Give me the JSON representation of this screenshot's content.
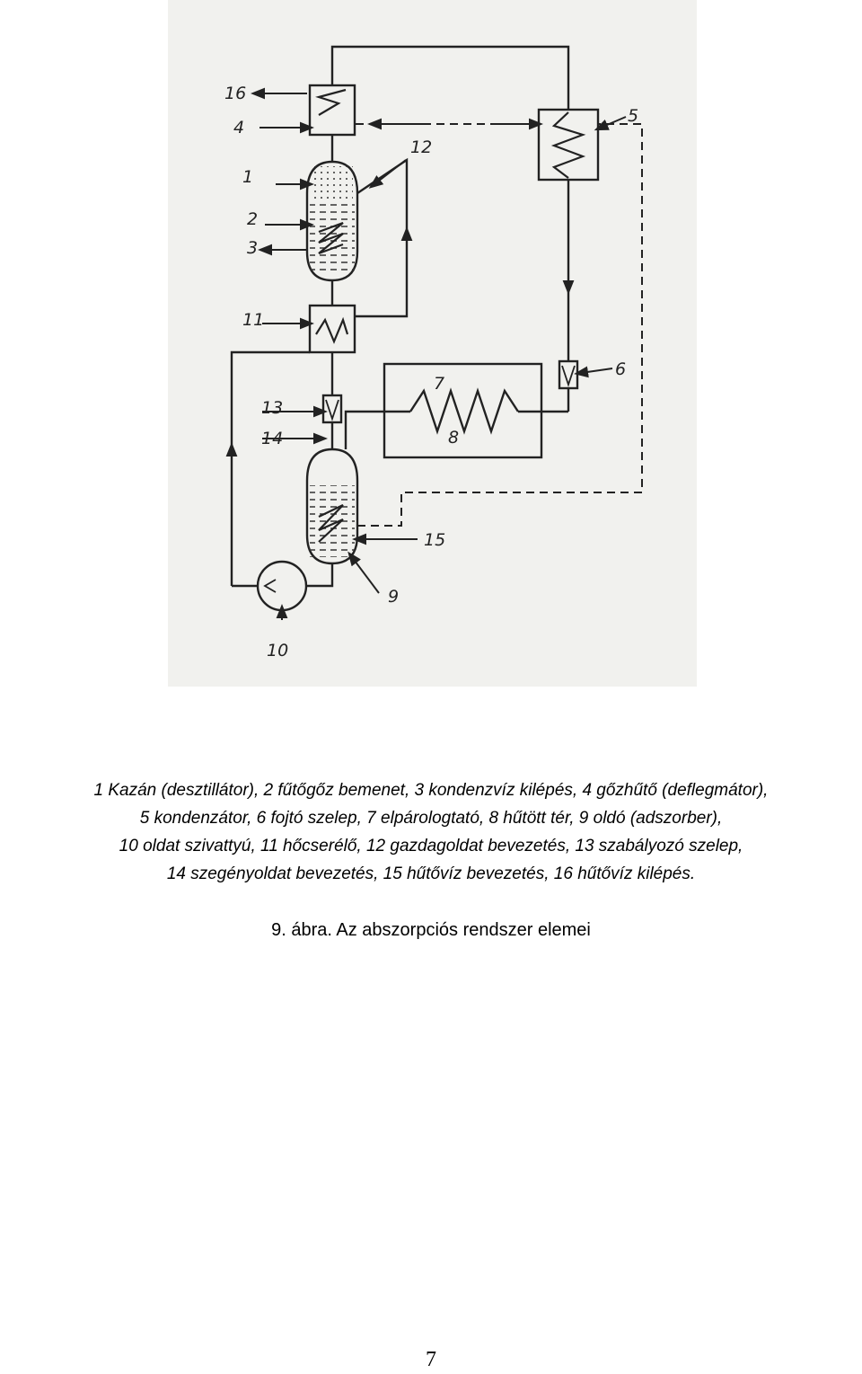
{
  "diagram": {
    "labels": {
      "l1": "1",
      "l2": "2",
      "l3": "3",
      "l4": "4",
      "l5": "5",
      "l6": "6",
      "l7": "7",
      "l8": "8",
      "l9": "9",
      "l10": "10",
      "l11": "11",
      "l12": "12",
      "l13": "13",
      "l14": "14",
      "l15": "15",
      "l16": "16"
    }
  },
  "legend": {
    "lines": [
      "1 Kazán (desztillátor), 2 fűtőgőz bemenet, 3 kondenzvíz kilépés, 4 gőzhűtő (deflegmátor),",
      "5 kondenzátor, 6 fojtó szelep, 7 elpárologtató, 8 hűtött tér, 9 oldó (adszorber),",
      "10 oldat szivattyú, 11 hőcserélő, 12 gazdagoldat bevezetés, 13 szabályozó szelep,",
      "14 szegényoldat bevezetés, 15 hűtővíz bevezetés, 16 hűtővíz kilépés."
    ]
  },
  "caption": "9. ábra. Az abszorpciós rendszer elemei",
  "page_number": "7"
}
